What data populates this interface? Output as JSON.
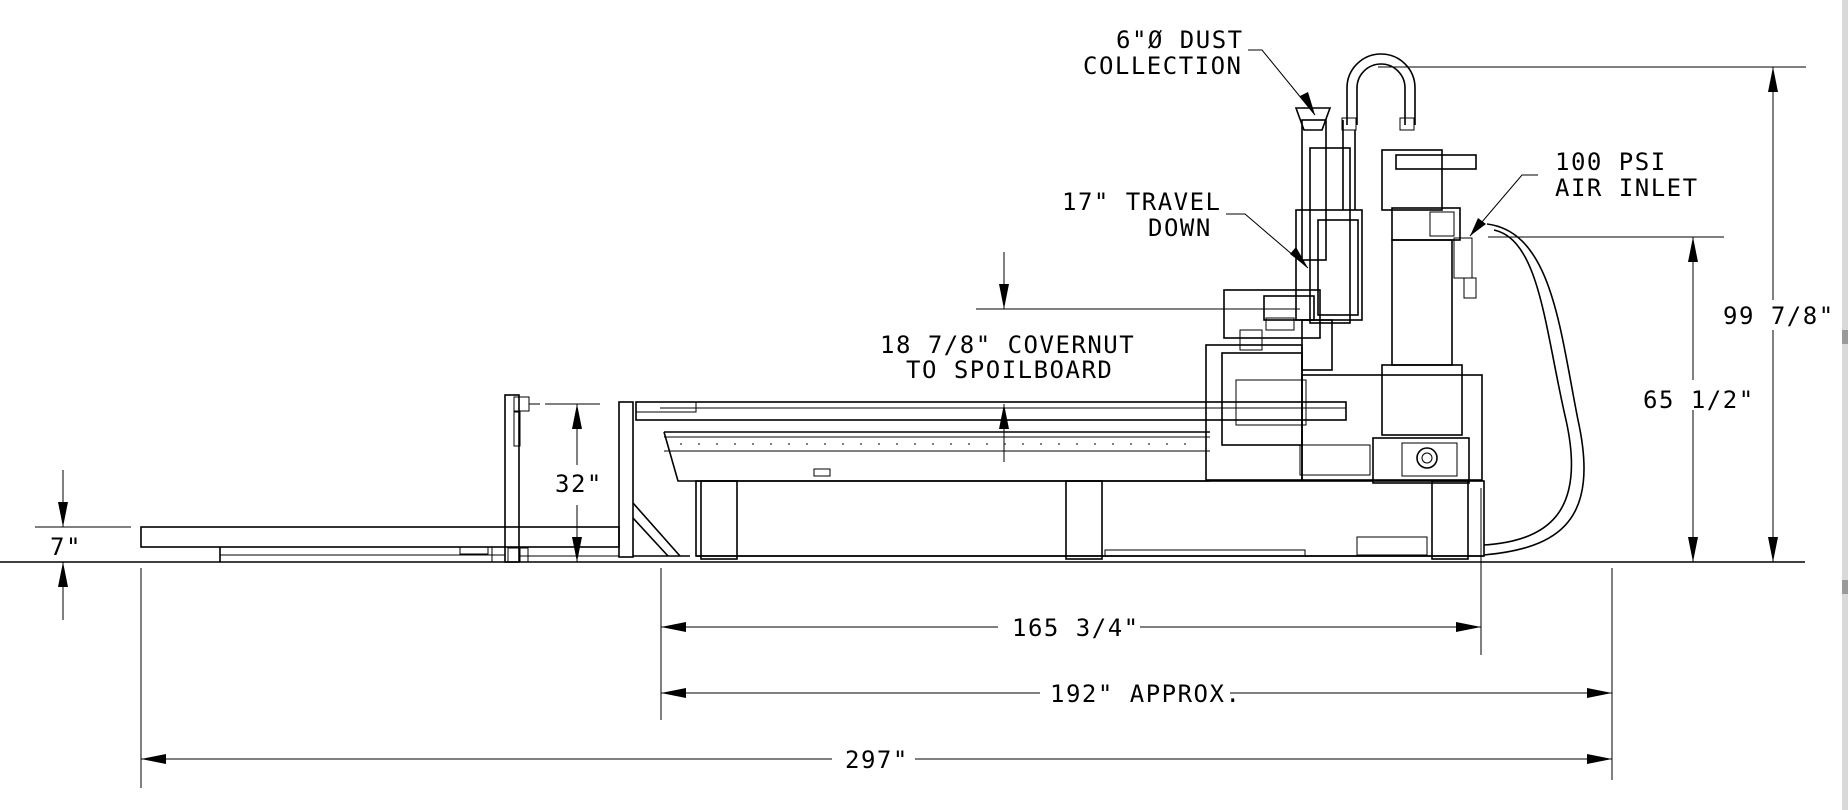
{
  "labels": {
    "dust_collection_line1": "6\"Ø DUST",
    "dust_collection_line2": "COLLECTION",
    "air_inlet_line1": "100 PSI",
    "air_inlet_line2": "AIR INLET",
    "travel_line1": "17\" TRAVEL",
    "travel_line2": "DOWN",
    "covernut_line1": "18 7/8\" COVERNUT",
    "covernut_line2": "TO SPOILBOARD"
  },
  "dimensions": {
    "overall_height": "99 7/8\"",
    "inlet_height": "65 1/2\"",
    "table_height": "32\"",
    "feed_height": "7\"",
    "base_length": "165 3/4\"",
    "machine_length": "192\" APPROX.",
    "overall_length": "297\""
  }
}
